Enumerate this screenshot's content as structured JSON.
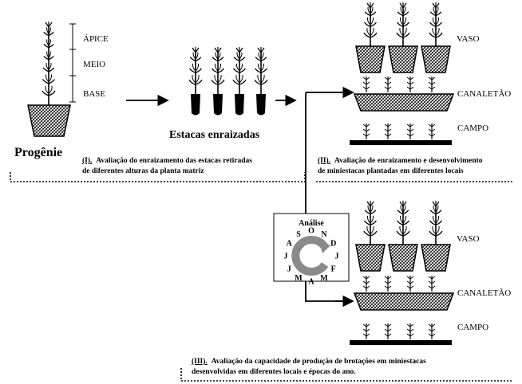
{
  "stem_labels": {
    "apex": "ÁPICE",
    "middle": "MEIO",
    "base": "BASE"
  },
  "progeny_label": "Progênie",
  "rooted_cuttings_label": "Estacas enraizadas",
  "place_labels_top": {
    "pot": "VASO",
    "gutter": "CANALETÃO",
    "field": "CAMPO"
  },
  "place_labels_bottom": {
    "pot": "VASO",
    "gutter": "CANALETÃO",
    "field": "CAMPO"
  },
  "caption_I": {
    "number": "(I).",
    "line1": "Avaliação do enraizamento das estacas retiradas",
    "line2": "de diferentes alturas da planta matriz"
  },
  "caption_II": {
    "number": "(II).",
    "line1": "Avaliação de enraizamento e desenvolvimento",
    "line2": "de miniestacas plantadas  em diferentes locais"
  },
  "caption_III": {
    "number": "(III).",
    "line1": "Avaliação da capacidade de produção de brotações em miniestacas",
    "line2": "desenvolvidas em diferentes locais e épocas do ano."
  },
  "analysis_box": {
    "title": "Análise",
    "months": [
      "S",
      "O",
      "N",
      "D",
      "J",
      "F",
      "M",
      "A",
      "M",
      "J",
      "J",
      "A"
    ]
  }
}
